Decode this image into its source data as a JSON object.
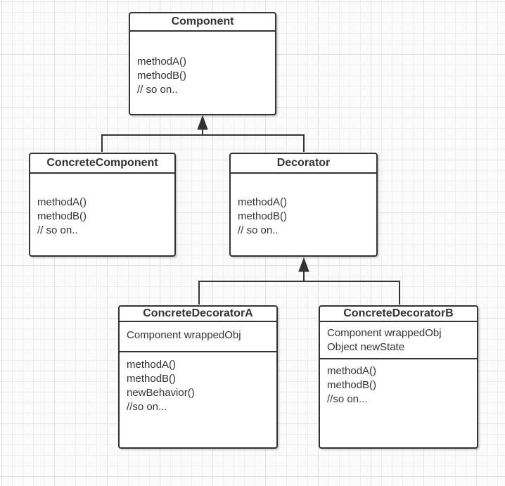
{
  "diagram": {
    "type": "uml-class-diagram",
    "pattern": "Decorator",
    "classes": [
      {
        "id": "component",
        "title": "Component",
        "fields": [],
        "methods": [
          "methodA()",
          "methodB()",
          "// so on.."
        ]
      },
      {
        "id": "concrete-component",
        "title": "ConcreteComponent",
        "fields": [],
        "methods": [
          "methodA()",
          "methodB()",
          "// so on.."
        ]
      },
      {
        "id": "decorator",
        "title": "Decorator",
        "fields": [],
        "methods": [
          "methodA()",
          "methodB()",
          "// so on.."
        ]
      },
      {
        "id": "concrete-decorator-a",
        "title": "ConcreteDecoratorA",
        "fields": [
          "Component wrappedObj"
        ],
        "methods": [
          "methodA()",
          "methodB()",
          "newBehavior()",
          "//so on..."
        ]
      },
      {
        "id": "concrete-decorator-b",
        "title": "ConcreteDecoratorB",
        "fields": [
          "Component wrappedObj",
          "Object newState"
        ],
        "methods": [
          "methodA()",
          "methodB()",
          "//so on..."
        ]
      }
    ],
    "relations": [
      {
        "type": "inheritance",
        "parent": "Component",
        "children": [
          "ConcreteComponent",
          "Decorator"
        ],
        "arrowhead": "solid-triangle-up"
      },
      {
        "type": "inheritance",
        "parent": "Decorator",
        "children": [
          "ConcreteDecoratorA",
          "ConcreteDecoratorB"
        ],
        "arrowhead": "solid-triangle-up"
      }
    ],
    "colors": {
      "stroke": "#333333",
      "text": "#333333",
      "box_fill": "#ffffff",
      "canvas_background": "#fbfbfb",
      "grid_minor": "#efefef",
      "grid_major": "#e2e2e2"
    }
  }
}
